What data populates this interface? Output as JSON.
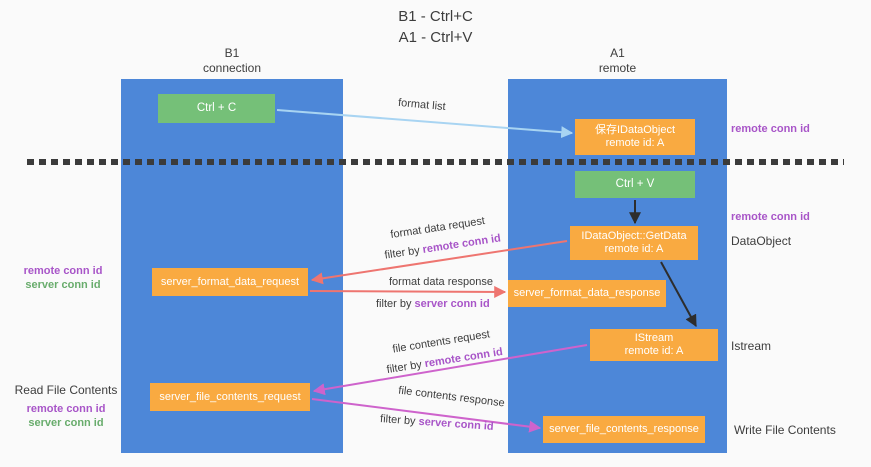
{
  "title": {
    "line1": "B1 - Ctrl+C",
    "line2": "A1 - Ctrl+V"
  },
  "lanes": {
    "b1": {
      "name": "B1",
      "subtitle": "connection"
    },
    "a1": {
      "name": "A1",
      "subtitle": "remote"
    }
  },
  "nodes": {
    "ctrl_c": {
      "label": "Ctrl + C"
    },
    "save_idataobject": {
      "line1": "保存IDataObject",
      "line2": "remote id: A"
    },
    "ctrl_v": {
      "label": "Ctrl + V"
    },
    "idataobject_getdata": {
      "line1": "IDataObject::GetData",
      "line2": "remote id: A"
    },
    "server_format_data_request": {
      "label": "server_format_data_request"
    },
    "server_format_data_response": {
      "label": "server_format_data_response"
    },
    "istream": {
      "line1": "IStream",
      "line2": "remote id: A"
    },
    "server_file_contents_request": {
      "label": "server_file_contents_request"
    },
    "server_file_contents_response": {
      "label": "server_file_contents_response"
    }
  },
  "arrows": {
    "format_list": {
      "label": "format list"
    },
    "format_data_request": {
      "label": "format data request",
      "filter_prefix": "filter by ",
      "filter_key": "remote conn id"
    },
    "format_data_response": {
      "label": "format data response",
      "filter_prefix": "filter by ",
      "filter_key": "server conn id"
    },
    "file_contents_request": {
      "label": "file contents request",
      "filter_prefix": "filter by ",
      "filter_key": "remote conn id"
    },
    "file_contents_response": {
      "label": "file contents response",
      "filter_prefix": "filter by ",
      "filter_key": "server conn id"
    }
  },
  "annotations": {
    "right_remote_conn_id_top": "remote conn id",
    "right_remote_conn_id_mid": "remote conn id",
    "right_dataobject": "DataObject",
    "right_istream": "Istream",
    "right_write_file_contents": "Write File Contents",
    "left_remote_conn_id_top": "remote conn id",
    "left_server_conn_id_top": "server conn id",
    "left_read_file_contents": "Read File Contents",
    "left_remote_conn_id_bottom": "remote conn id",
    "left_server_conn_id_bottom": "server conn id"
  },
  "colors": {
    "lane_blue": "#4d87d8",
    "node_orange": "#f9aa41",
    "node_green": "#75c078",
    "arrow_light_blue": "#a8d4f2",
    "arrow_red": "#ee7570",
    "arrow_magenta": "#ce63cc",
    "arrow_black": "#2d2d2d",
    "text_dark": "#3d3d3d",
    "accent_purple": "#a855c8",
    "accent_green": "#68ac6c",
    "background": "#fafafa"
  }
}
